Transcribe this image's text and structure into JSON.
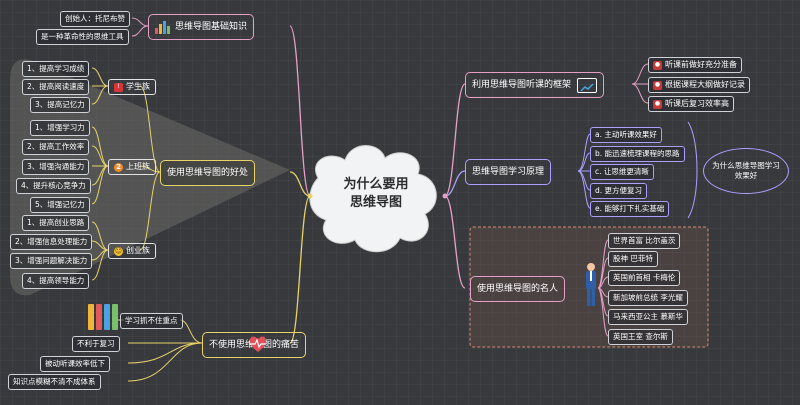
{
  "center": {
    "title_line1": "为什么要用",
    "title_line2": "思维导图"
  },
  "left": {
    "basics": {
      "label": "思维导图基础知识",
      "children": [
        "创始人：托尼布赞",
        "是一种革命性的思维工具"
      ]
    },
    "benefits": {
      "label": "使用思维导图的好处",
      "groups": [
        {
          "label": "学生族",
          "icon": "exclamation-icon",
          "items": [
            "1、提高学习成绩",
            "2、提高阅读速度",
            "3、提高记忆力"
          ]
        },
        {
          "label": "上班族",
          "icon": "number-2-icon",
          "items": [
            "1、增强学习力",
            "2、提高工作效率",
            "3、增强沟通能力",
            "4、提升核心竞争力",
            "5、增强记忆力"
          ]
        },
        {
          "label": "创业族",
          "icon": "smiley-icon",
          "items": [
            "1、提高创业思路",
            "2、增强信息处理能力",
            "3、增强问题解决能力",
            "4、提高领导能力"
          ]
        }
      ]
    },
    "drawbacks": {
      "label": "不使用思维导图的痛苦",
      "children": [
        "学习抓不住重点",
        "不利于复习",
        "被动听课效率低下",
        "知识点模糊不清不成体系"
      ]
    }
  },
  "right": {
    "framework": {
      "label": "利用思维导图听课的框架",
      "children": [
        "听课前做好充分准备",
        "根据课程大纲做好记录",
        "听课后复习效率高"
      ]
    },
    "study": {
      "label": "思维导图学习原理",
      "children": [
        "a. 主动听课效果好",
        "b. 能迅速梳理课程的思路",
        "c. 让思维更清晰",
        "d. 更方便复习",
        "e. 能够打下扎实基础"
      ],
      "note": "为什么思维导图学习效果好"
    },
    "famous": {
      "label": "使用思维导图的名人",
      "children": [
        "世界首富 比尔盖茨",
        "股神 巴菲特",
        "英国前首相 卡梅伦",
        "新加坡前总统 李光耀",
        "马来西亚公主 慕斯华",
        "英国王室 查尔斯"
      ]
    }
  },
  "colors": {
    "background": "#37393d",
    "center_fill": "#f2f3f5",
    "link": "#aaa0ff",
    "line_pink": "#e6a0c8",
    "line_yellow": "#e8d36a"
  }
}
